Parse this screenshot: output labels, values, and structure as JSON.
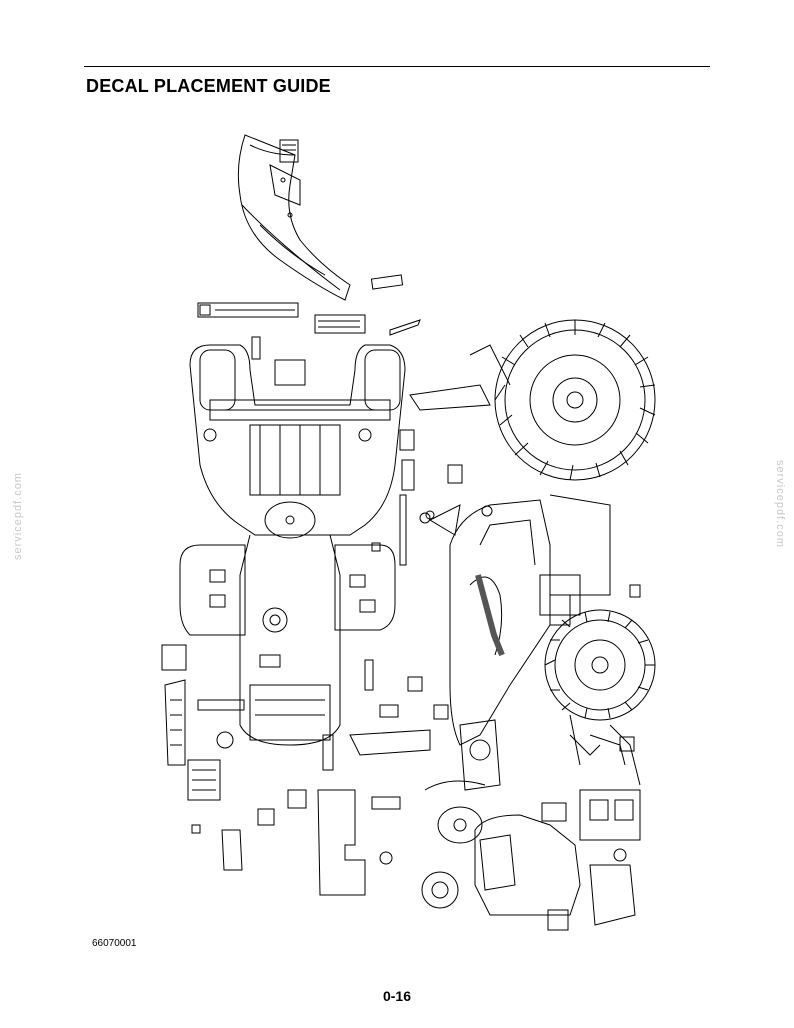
{
  "header": {
    "title": "DECAL PLACEMENT GUIDE"
  },
  "figure": {
    "id": "66070001"
  },
  "footer": {
    "page_number": "0-16"
  },
  "watermark": {
    "text": "servicepdf.com"
  }
}
